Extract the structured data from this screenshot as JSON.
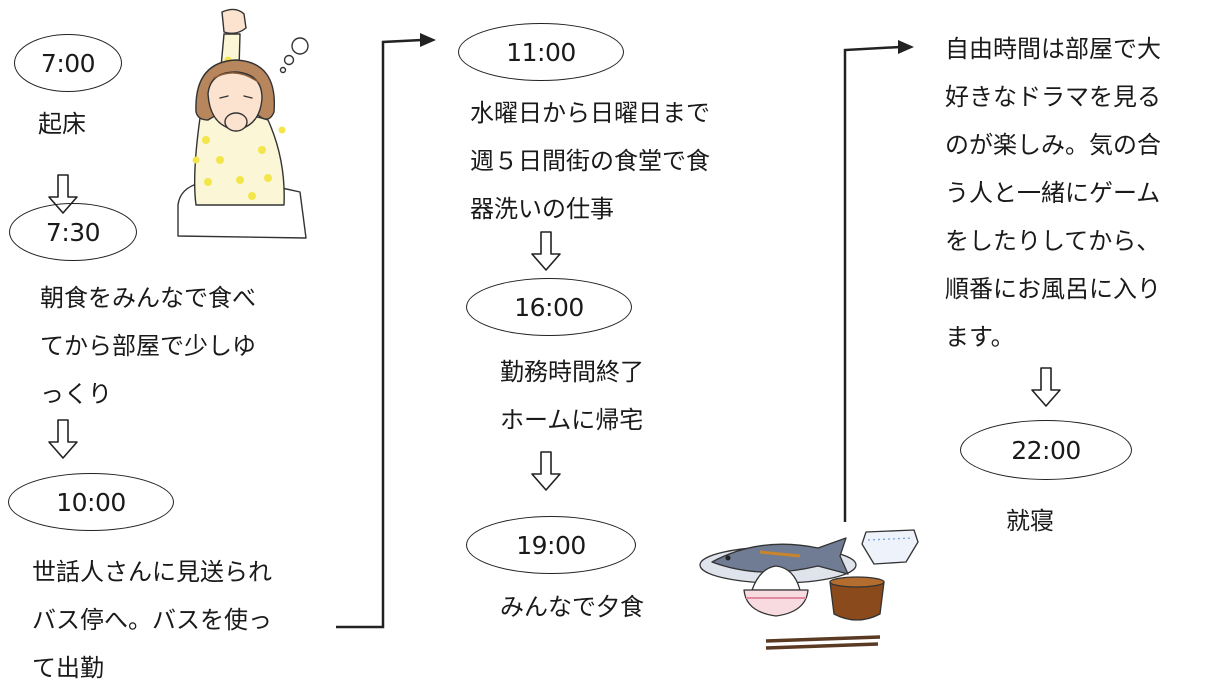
{
  "column1": {
    "t1": "7:00",
    "t1_label": "起床",
    "t2": "7:30",
    "t2_lines": [
      "朝食をみんなで食べ",
      "てから部屋で少しゆ",
      "っくり"
    ],
    "t3": "10:00",
    "t3_lines": [
      "世話人さんに見送られ",
      "バス停へ。バスを使っ",
      "て出勤"
    ]
  },
  "column2": {
    "t1": "11:00",
    "t1_lines": [
      "水曜日から日曜日まで",
      "週５日間街の食堂で食",
      "器洗いの仕事"
    ],
    "t2": "16:00",
    "t2_lines": [
      "勤務時間終了",
      "ホームに帰宅"
    ],
    "t3": "19:00",
    "t3_label": "みんなで夕食"
  },
  "column3": {
    "lines": [
      "自由時間は部屋で大",
      "好きなドラマを見る",
      "のが楽しみ。気の合",
      "う人と一緒にゲーム",
      "をしたりしてから、",
      "順番にお風呂に入り",
      "ます。"
    ],
    "t1": "22:00",
    "t1_label": "就寝"
  },
  "illustrations": {
    "waking": "girl-stretching-illustration",
    "meal": "grilled-fish-rice-miso-illustration"
  }
}
